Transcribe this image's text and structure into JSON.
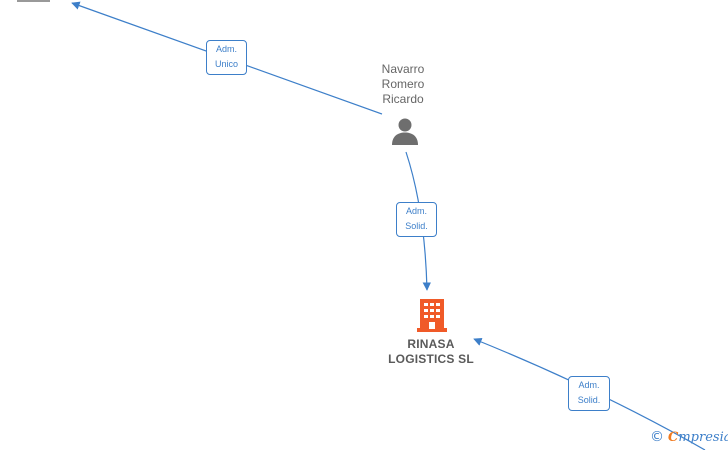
{
  "person": {
    "name_lines": [
      "Navarro",
      "Romero",
      "Ricardo"
    ],
    "icon": "person-icon"
  },
  "company": {
    "name_lines": [
      "RINASA",
      "LOGISTICS  SL"
    ],
    "icon": "building-icon",
    "color": "#f05a28"
  },
  "edges": [
    {
      "label_lines": [
        "Adm.",
        "Unico"
      ]
    },
    {
      "label_lines": [
        "Adm.",
        "Solid."
      ]
    },
    {
      "label_lines": [
        "Adm.",
        "Solid."
      ]
    }
  ],
  "watermark": {
    "symbol": "©",
    "brand_initial": "C",
    "brand_rest": "mpresia"
  },
  "colors": {
    "edge": "#3d7fc9",
    "node_icon": "#6e6e6e",
    "text": "#666666"
  }
}
